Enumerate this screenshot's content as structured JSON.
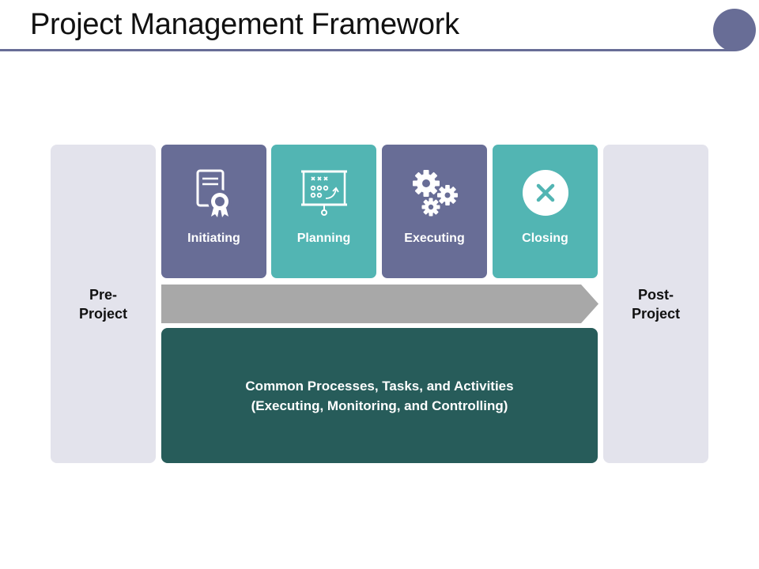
{
  "header": {
    "title": "Project Management Framework"
  },
  "colors": {
    "accent": "#686d96",
    "teal": "#52b5b3",
    "dark_teal": "#275c5a",
    "side_panel": "#e3e3ec",
    "arrow": "#a8a8a8"
  },
  "framework": {
    "pre_project": "Pre-\nProject",
    "post_project": "Post-\nProject",
    "phases": [
      {
        "label": "Initiating",
        "icon": "certificate-icon",
        "color": "#686d96"
      },
      {
        "label": "Planning",
        "icon": "strategy-board-icon",
        "color": "#52b5b3"
      },
      {
        "label": "Executing",
        "icon": "gears-icon",
        "color": "#686d96"
      },
      {
        "label": "Closing",
        "icon": "close-circle-icon",
        "color": "#52b5b3"
      }
    ],
    "common": {
      "line1": "Common Processes, Tasks, and Activities",
      "line2": "(Executing, Monitoring, and Controlling)"
    }
  }
}
